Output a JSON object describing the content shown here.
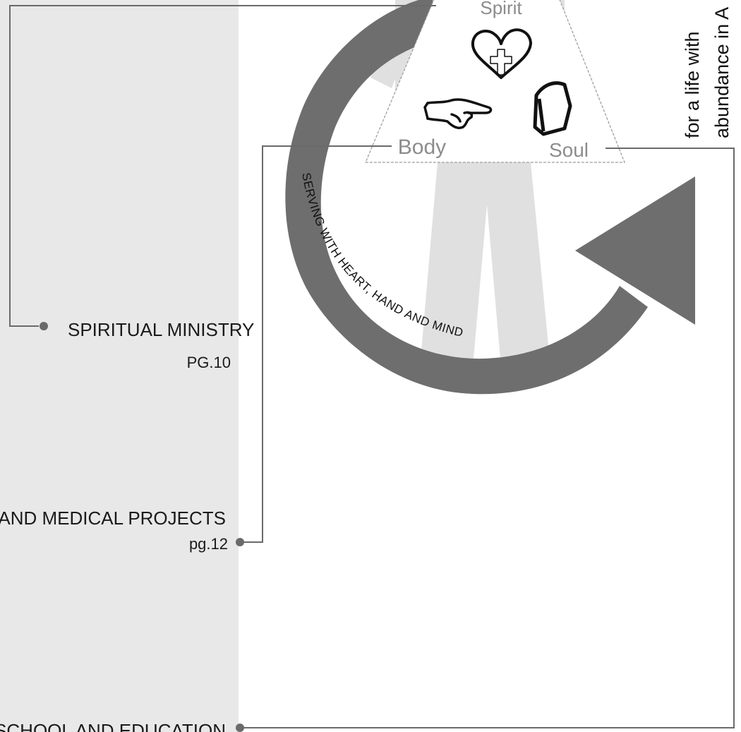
{
  "triangle": {
    "spirit_label": "Spirit",
    "body_label": "Body",
    "soul_label": "Soul",
    "spirit_icon": "heart-with-cross-icon",
    "body_icon": "pointing-hand-icon",
    "soul_icon": "book-icon"
  },
  "arrow_caption": "SERVING WITH HEART, HAND AND MIND",
  "tagline": {
    "line1": "for a life with",
    "line2": "abundance in A"
  },
  "sections": [
    {
      "title": "SPIRITUAL MINISTRY",
      "page": "PG.10"
    },
    {
      "title": "AL AND MEDICAL PROJECTS",
      "page": "pg.12"
    },
    {
      "title": "SCHOOL AND EDUCATION",
      "page": ""
    }
  ],
  "colors": {
    "left_panel": "#e8e8e8",
    "figure": "#e0e0e0",
    "arrow": "#6e6e6e",
    "connector": "#6a6a6a",
    "label_grey": "#8c8c8c",
    "text": "#1a1a1a"
  }
}
